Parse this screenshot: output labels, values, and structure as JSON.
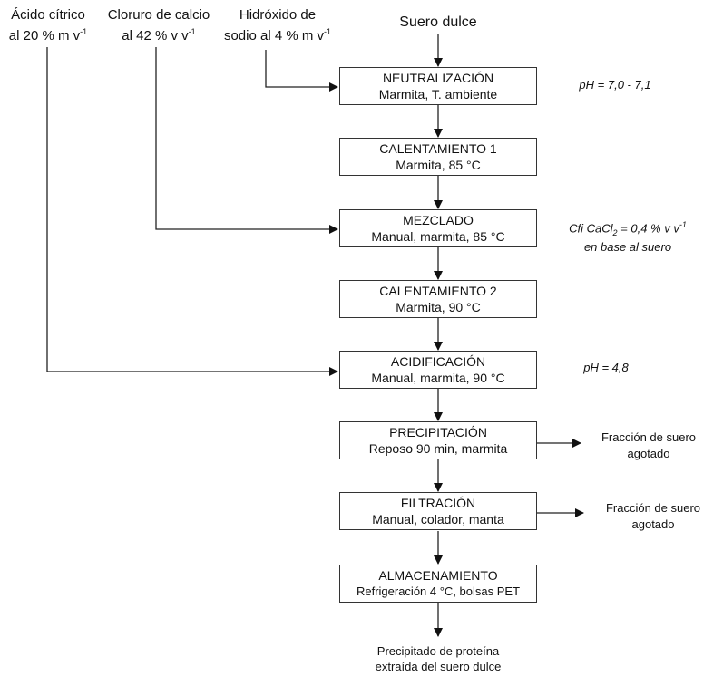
{
  "inputs": [
    {
      "line1": "Ácido cítrico",
      "line2": "al 20 % m v",
      "sup": "-1"
    },
    {
      "line1": "Cloruro de calcio",
      "line2": "al 42 % v v",
      "sup": "-1"
    },
    {
      "line1": "Hidróxido de",
      "line2": "sodio al 4 % m v",
      "sup": "-1"
    }
  ],
  "start": "Suero dulce",
  "steps": [
    {
      "title": "NEUTRALIZACIÓN",
      "detail": "Marmita, T. ambiente"
    },
    {
      "title": "CALENTAMIENTO 1",
      "detail": "Marmita, 85 °C"
    },
    {
      "title": "MEZCLADO",
      "detail": "Manual, marmita, 85 °C"
    },
    {
      "title": "CALENTAMIENTO 2",
      "detail": "Marmita, 90 °C"
    },
    {
      "title": "ACIDIFICACIÓN",
      "detail": "Manual, marmita, 90 °C"
    },
    {
      "title": "PRECIPITACIÓN",
      "detail": "Reposo 90 min, marmita"
    },
    {
      "title": "FILTRACIÓN",
      "detail": "Manual, colador, manta"
    },
    {
      "title": "ALMACENAMIENTO",
      "detail": "Refrigeración 4 °C, bolsas PET"
    }
  ],
  "notes": {
    "neutralization": "pH = 7,0 - 7,1",
    "mixing": {
      "prefix": "Cfi CaCl",
      "sub": "2",
      "mid": " = 0,4 % v v",
      "sup": "-1",
      "line2": "en base al suero"
    },
    "acidification": "pH = 4,8"
  },
  "outputs": {
    "precipitation": {
      "line1": "Fracción de suero",
      "line2": "agotado"
    },
    "filtration": {
      "line1": "Fracción de suero",
      "line2": "agotado"
    }
  },
  "final": {
    "line1": "Precipitado de proteína",
    "line2": "extraída del suero dulce"
  }
}
